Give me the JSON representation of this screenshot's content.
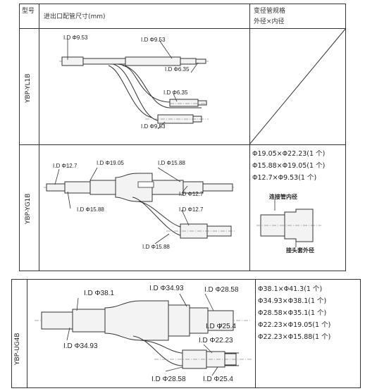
{
  "table_top": {
    "header": {
      "col_model": "型号",
      "col_size": "进出口配管尺寸(mm)",
      "col_reducer_line1": "变径管规格",
      "col_reducer_line2": "外径×内径"
    },
    "rows": [
      {
        "model": "YBP-YL1B",
        "labels": [
          "I.D Φ9.53",
          "I.D Φ9.53",
          "I.D Φ6.35",
          "I.D Φ6.35",
          "I.D Φ9.53"
        ],
        "specs": []
      },
      {
        "model": "YBP-YG1B",
        "labels": [
          "I.D Φ12.7",
          "I.D Φ19.05",
          "I.D Φ15.88",
          "I.D Φ12.7",
          "I.D Φ15.88",
          "I.D Φ12.7",
          "I.D Φ15.88"
        ],
        "specs": [
          "Φ19.05×Φ22.23(1 个)",
          "Φ15.88×Φ19.05(1 个)",
          "Φ12.7×Φ9.53(1 个)"
        ],
        "detail_label_top": "连接管内径",
        "detail_label_bottom": "接头套外径"
      }
    ]
  },
  "table_bottom": {
    "model": "YBP-UG4B",
    "labels": [
      "I.D Φ38.1",
      "I.D Φ34.93",
      "I.D Φ28.58",
      "I.D Φ25.4",
      "I.D Φ34.93",
      "I.D Φ22.23",
      "I.D Φ28.58",
      "I.D Φ25.4"
    ],
    "specs": [
      "Φ38.1×Φ41.3(1 个)",
      "Φ34.93×Φ38.1(1 个)",
      "Φ28.58×Φ35.1(1 个)",
      "Φ22.23×Φ19.05(1 个)",
      "Φ22.23×Φ15.88(1 个)"
    ]
  }
}
